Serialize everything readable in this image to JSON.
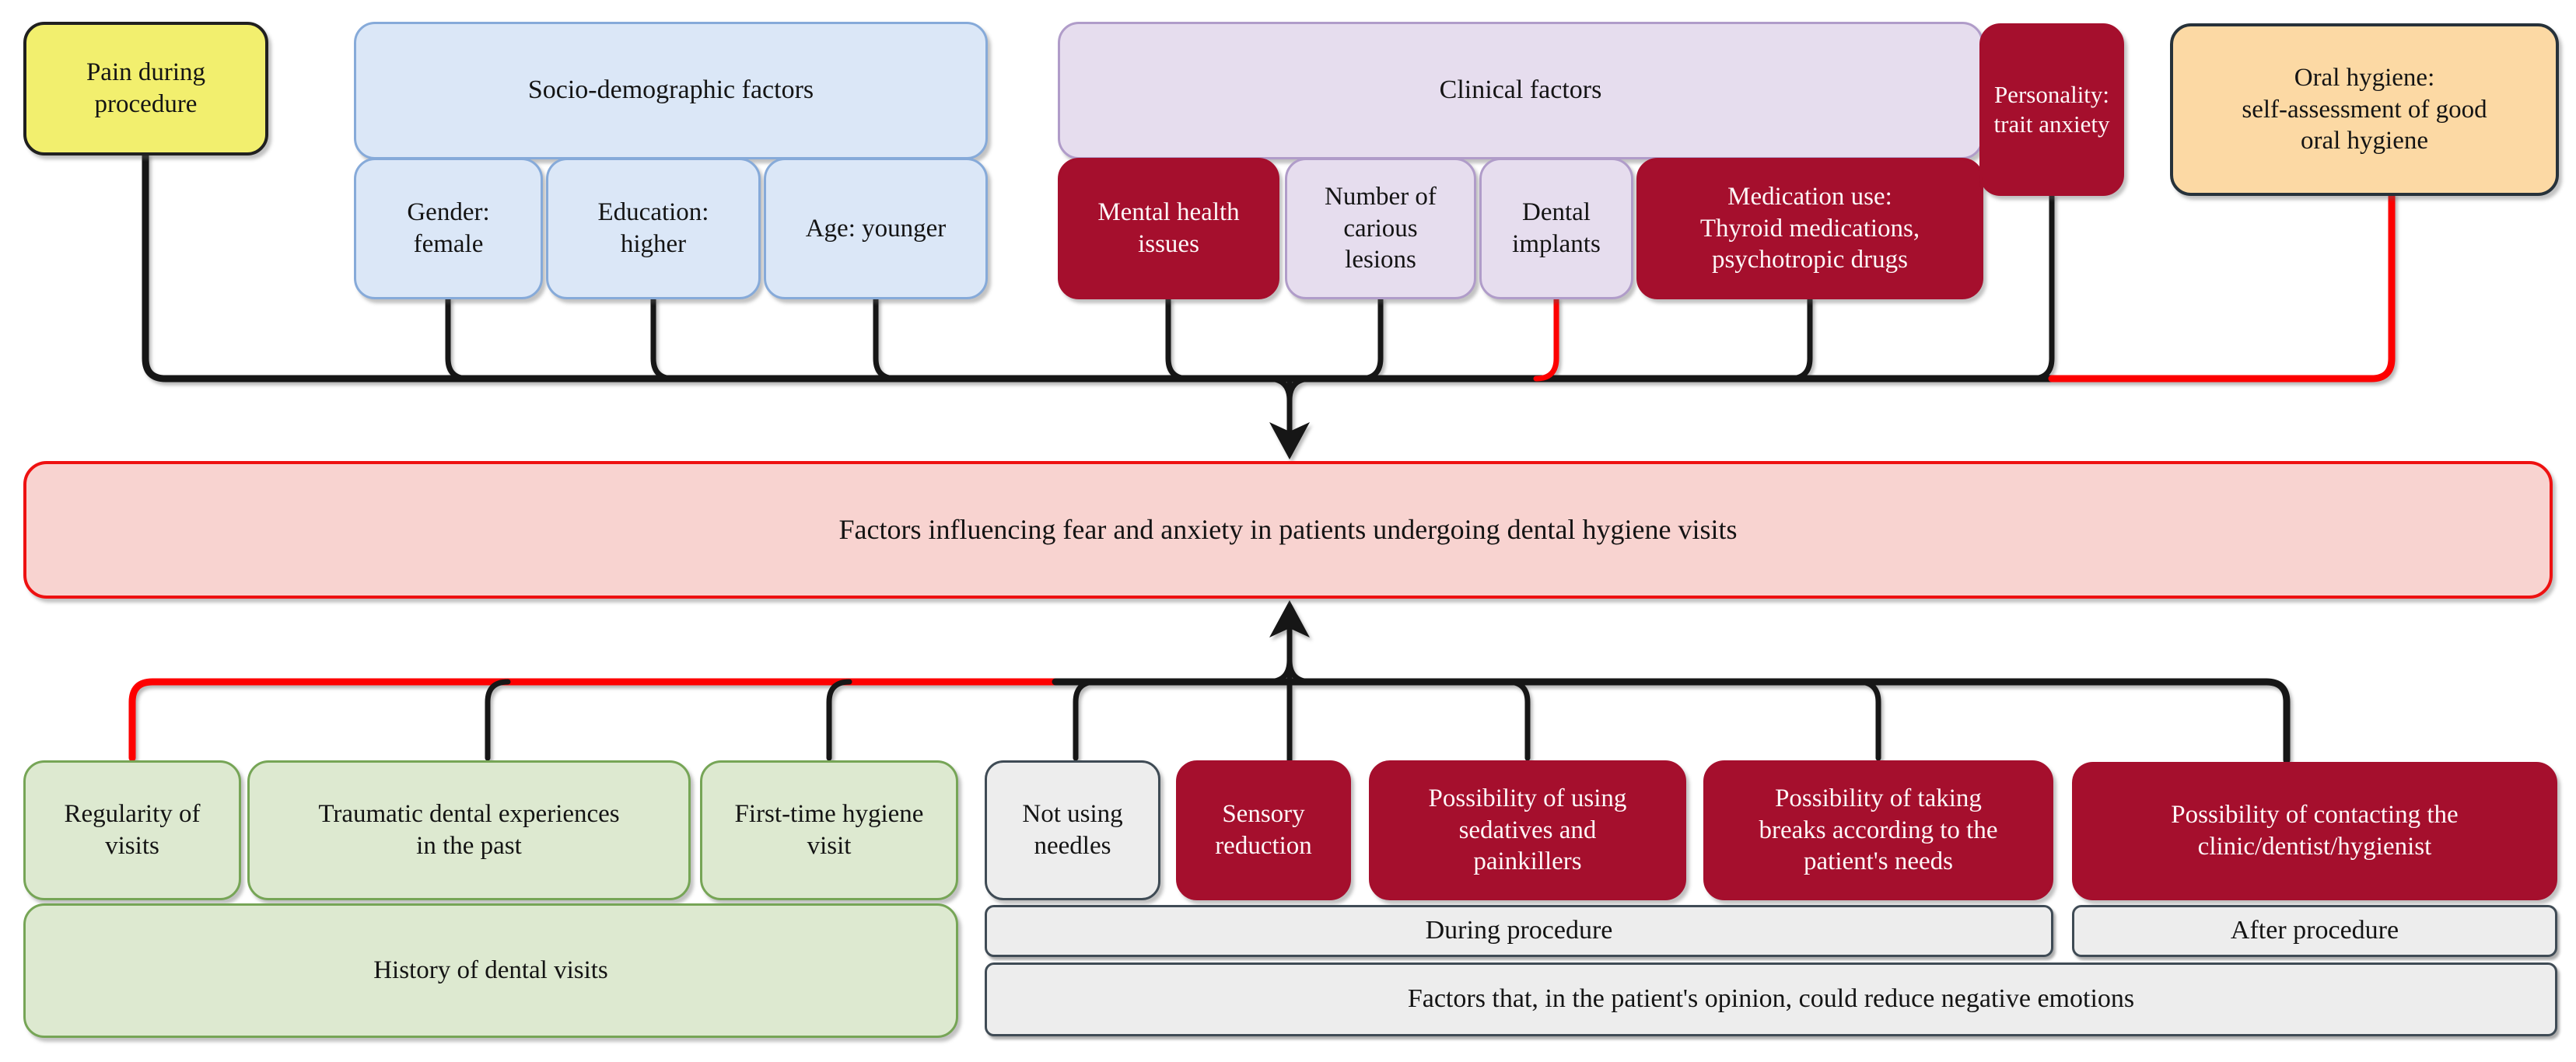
{
  "colors": {
    "line_black": "#161616",
    "line_red": "#fd0000",
    "ink": "#141414",
    "white_text": "#fdf6f7",
    "yellow_fill": "#f2ef6e",
    "yellow_border": "#202020",
    "blue_fill": "#dbe7f7",
    "blue_border": "#86aad9",
    "purple_fill": "#e6ddee",
    "purple_border": "#b09cc9",
    "darkred_fill": "#a50f2d",
    "peach_fill": "#fcd9a4",
    "peach_border": "#27323a",
    "pink_fill": "#f8d3d0",
    "pink_border": "#ee1111",
    "green_fill": "#dde9d0",
    "green_border": "#76a556",
    "gray_fill": "#ededed",
    "gray_border": "#3f4b55"
  },
  "top": {
    "pain": "Pain during\nprocedure",
    "socio": {
      "title": "Socio-demographic factors",
      "gender": "Gender:\nfemale",
      "education": "Education:\nhigher",
      "age": "Age: younger"
    },
    "clinical": {
      "title": "Clinical factors",
      "mental": "Mental health\nissues",
      "carious": "Number of\ncarious\nlesions",
      "implants": "Dental\nimplants",
      "medication": "Medication use:\nThyroid medications,\npsychotropic drugs"
    },
    "personality": "Personality:\ntrait anxiety",
    "oral": "Oral hygiene:\nself-assessment of good\noral hygiene"
  },
  "center": {
    "label": "Factors influencing fear and anxiety in patients undergoing dental hygiene visits"
  },
  "bottom": {
    "history": {
      "regularity": "Regularity of\nvisits",
      "traumatic": "Traumatic dental experiences\nin the past",
      "firsttime": "First-time hygiene\nvisit",
      "title": "History of dental visits"
    },
    "reduce": {
      "needles": "Not using\nneedles",
      "sensory": "Sensory\nreduction",
      "sedatives": "Possibility of using\nsedatives and\npainkillers",
      "breaks": "Possibility of taking\nbreaks according to the\npatient's needs",
      "contacting": "Possibility of contacting the\nclinic/dentist/hygienist",
      "during": "During procedure",
      "after": "After procedure",
      "title": "Factors that, in the patient's opinion, could reduce negative emotions"
    }
  }
}
